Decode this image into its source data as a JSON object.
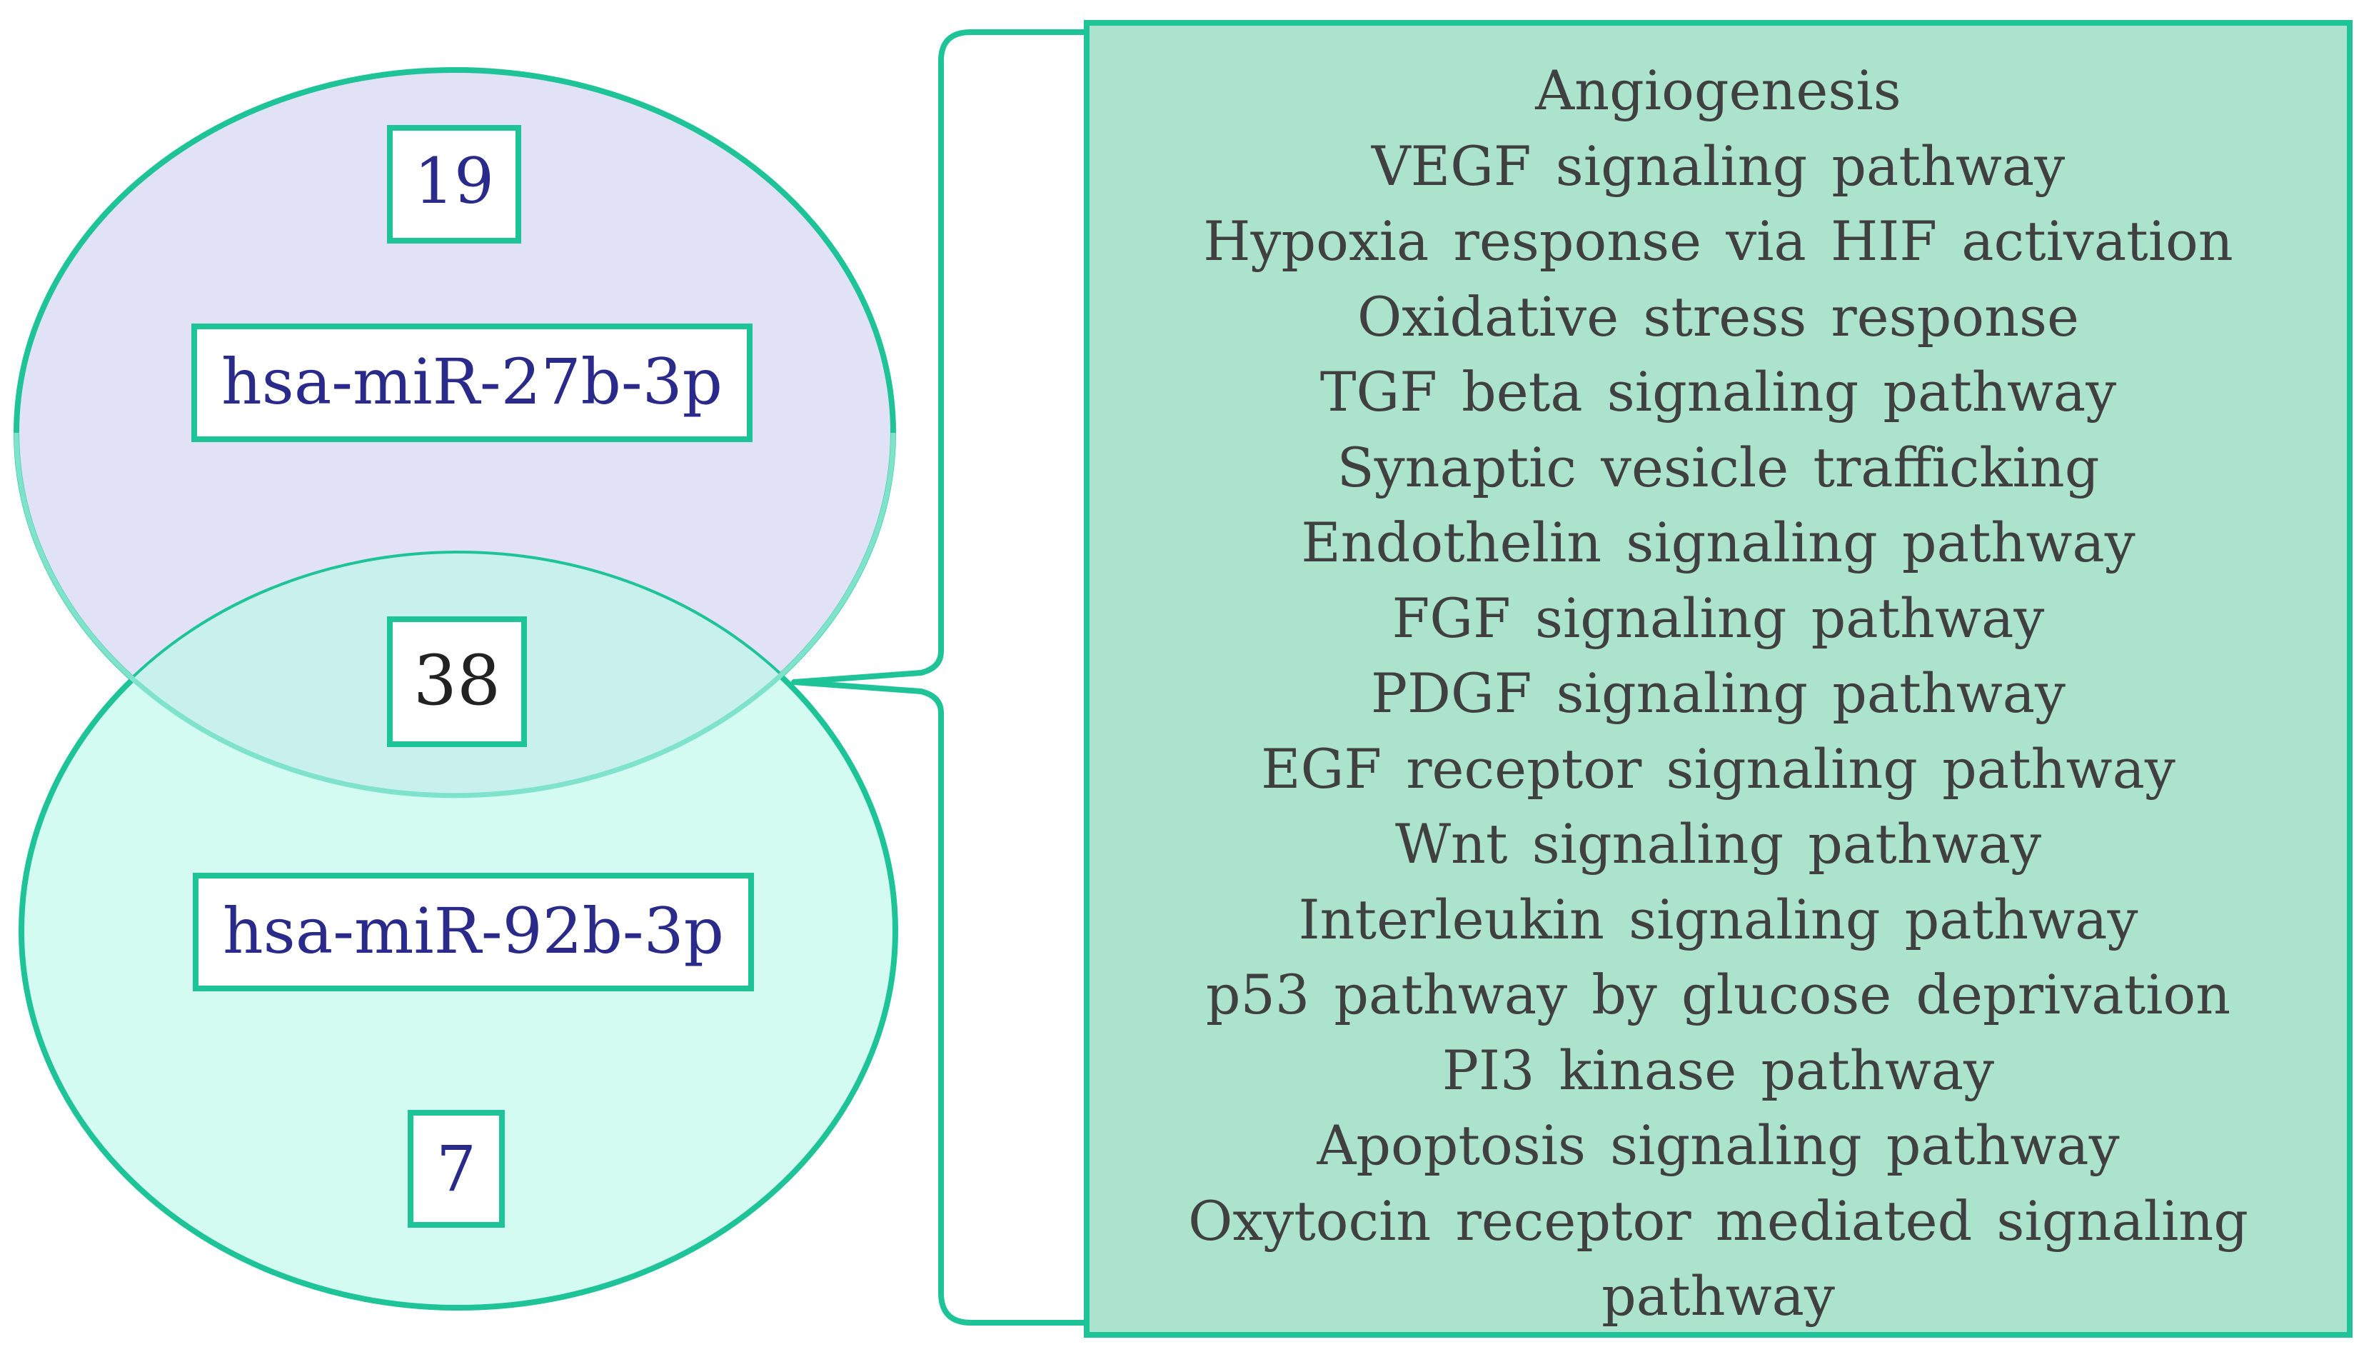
{
  "colors": {
    "accent": "#1ec398",
    "set_a_fill": "#e1e2f6",
    "set_b_fill": "#d3fbf1",
    "overlap_fill": "#c8f0ec",
    "pathway_box_fill": "#abe3cc",
    "label_text": "#2a2a8a",
    "count_text": "#2a2a8a",
    "overlap_text": "#222222",
    "list_text": "#404040"
  },
  "venn": {
    "set_a": {
      "name": "hsa-miR-27b-3p",
      "unique_count": "19"
    },
    "set_b": {
      "name": "hsa-miR-92b-3p",
      "unique_count": "7"
    },
    "overlap_count": "38"
  },
  "pathways": [
    "Angiogenesis",
    "VEGF signaling pathway",
    "Hypoxia response via HIF activation",
    "Oxidative stress response",
    "TGF beta signaling pathway",
    "Synaptic vesicle trafficking",
    "Endothelin signaling pathway",
    "FGF signaling pathway",
    "PDGF signaling pathway",
    "EGF receptor signaling pathway",
    "Wnt signaling pathway",
    "Interleukin signaling pathway",
    "p53 pathway by glucose deprivation",
    "PI3 kinase pathway",
    "Apoptosis signaling pathway",
    "Oxytocin receptor mediated signaling pathway"
  ]
}
